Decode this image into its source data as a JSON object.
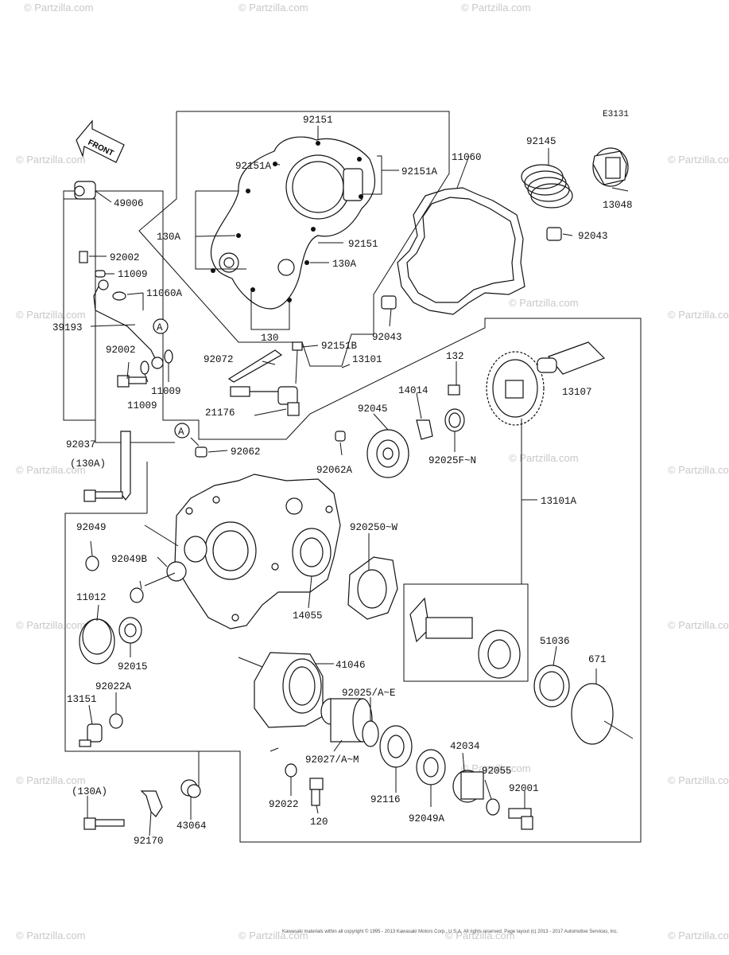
{
  "diagram_code": "E3131",
  "front_label": "FRONT",
  "watermark": "© Partzilla.com",
  "copyright": "Kawasaki materials within all copyright © 1995 - 2013 Kawasaki Motors Corp., U.S.A. All rights reserved. Page layout (c) 2013 - 2017 Automotive Services, Inc.",
  "callouts": {
    "92151_top": "92151",
    "92151A_left": "92151A",
    "92151A_right": "92151A",
    "11060": "11060",
    "92145": "92145",
    "13048": "13048",
    "49006": "49006",
    "130A_left": "130A",
    "92151_mid": "92151",
    "130A_right": "130A",
    "92043_right": "92043",
    "92002_top": "92002",
    "11009_top": "11009",
    "11060A": "11060A",
    "39193": "39193",
    "A_circle_top": "A",
    "130": "130",
    "92043_low": "92043",
    "92002_low": "92002",
    "11009_right": "11009",
    "11009_low": "11009",
    "92072": "92072",
    "92151B": "92151B",
    "13101": "13101",
    "132": "132",
    "14014": "14014",
    "13107": "13107",
    "21176": "21176",
    "92045": "92045",
    "92025FN": "92025F~N",
    "A_circle_low": "A",
    "92037": "92037",
    "130A_paren_top": "(130A)",
    "92062": "92062",
    "92062A": "92062A",
    "13101A": "13101A",
    "92049": "92049",
    "92025OW": "920250~W",
    "92049B": "92049B",
    "11012": "11012",
    "14055": "14055",
    "92015": "92015",
    "51036": "51036",
    "671": "671",
    "41046": "41046",
    "92022A": "92022A",
    "92025AE": "92025/A~E",
    "13151": "13151",
    "42034": "42034",
    "92027AM": "92027/A~M",
    "92055": "92055",
    "130A_paren_low": "(130A)",
    "92001": "92001",
    "92022": "92022",
    "92116": "92116",
    "92049A": "92049A",
    "120": "120",
    "43064": "43064",
    "92170": "92170"
  }
}
